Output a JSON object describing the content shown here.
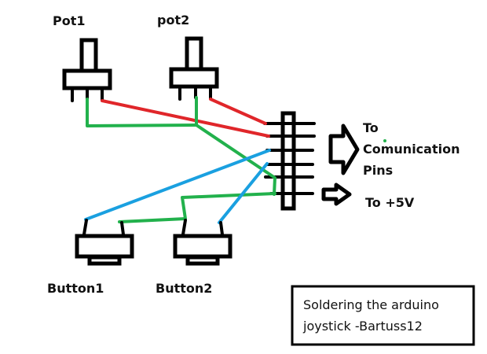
{
  "labels": {
    "pot1": "Pot1",
    "pot2": "pot2",
    "button1": "Button1",
    "button2": "Button2",
    "to_comm_line1": "To",
    "to_comm_line2": "Comunication",
    "to_comm_line3": "Pins",
    "to_5v": "To +5V"
  },
  "caption": {
    "line1": "Soldering the arduino",
    "line2": "joystick -Bartuss12"
  },
  "colors": {
    "red_wire": "#e0262a",
    "green_wire": "#22b14c",
    "blue_wire": "#1aa0e0",
    "outline": "#000000"
  }
}
